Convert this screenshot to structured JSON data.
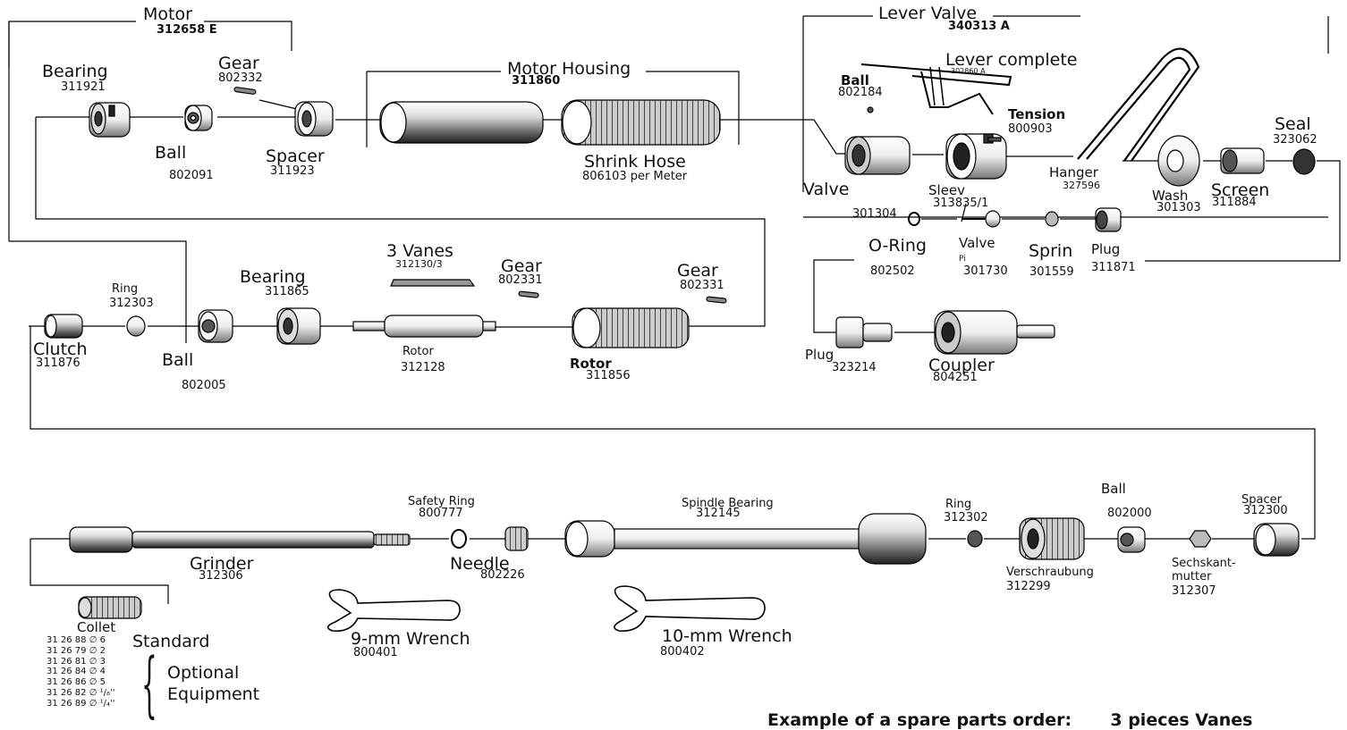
{
  "assemblies": {
    "motor": {
      "name": "Motor",
      "part": "312658 E"
    },
    "motor_housing": {
      "name": "Motor Housing",
      "part": "311860"
    },
    "lever_valve": {
      "name": "Lever Valve",
      "part": "340313 A"
    }
  },
  "parts": {
    "bearing_a": {
      "name": "Bearing",
      "part": "311921"
    },
    "gear_a": {
      "name": "Gear",
      "part": "802332"
    },
    "ball_a": {
      "name": "Ball",
      "part": "802091"
    },
    "spacer_a": {
      "name": "Spacer",
      "part": "311923"
    },
    "shrink_hose": {
      "name": "Shrink Hose",
      "part": "806103 per Meter"
    },
    "lever_complete": {
      "name": "Lever complete",
      "part": "302860 A"
    },
    "ball_b": {
      "name": "Ball",
      "part": "802184"
    },
    "tension": {
      "name": "Tension",
      "part": "800903"
    },
    "seal": {
      "name": "Seal",
      "part": "323062"
    },
    "valve": {
      "name": "Valve"
    },
    "sleeve": {
      "name": "Sleev",
      "part": "313835/1"
    },
    "hanger": {
      "name": "Hanger",
      "part": "327596"
    },
    "washer": {
      "name": "Wash",
      "part": "301303"
    },
    "screen": {
      "name": "Screen",
      "part": "311884"
    },
    "oring_part": "301304",
    "oring": {
      "name": "O-Ring",
      "part": "802502"
    },
    "valve_pin": {
      "name": "Valve",
      "name2": "Pi",
      "part": "301730"
    },
    "spring": {
      "name": "Sprin",
      "part": "301559"
    },
    "plug_a": {
      "name": "Plug",
      "part": "311871"
    },
    "plug_b": {
      "name": "Plug",
      "part": "323214"
    },
    "coupler": {
      "name": "Coupler",
      "part": "804251"
    },
    "ring_a": {
      "name": "Ring",
      "part": "312303"
    },
    "bearing_b": {
      "name": "Bearing",
      "part": "311865"
    },
    "vanes": {
      "name": "3 Vanes",
      "part": "312130/3"
    },
    "gear_b": {
      "name": "Gear",
      "part": "802331"
    },
    "gear_c": {
      "name": "Gear",
      "part": "802331"
    },
    "clutch": {
      "name": "Clutch",
      "part": "311876"
    },
    "ball_c": {
      "name": "Ball",
      "part": "802005"
    },
    "rotor_small": {
      "name": "Rotor",
      "part": "312128"
    },
    "rotor_big": {
      "name": "Rotor",
      "part": "311856"
    },
    "safety_ring": {
      "name": "Safety Ring",
      "part": "800777"
    },
    "spindle_bearing": {
      "name": "Spindle Bearing",
      "part": "312145"
    },
    "ring_b": {
      "name": "Ring",
      "part": "312302"
    },
    "ball_d": {
      "name": "Ball",
      "part": "802000"
    },
    "spacer_b": {
      "name": "Spacer",
      "part": "312300"
    },
    "grinder": {
      "name": "Grinder",
      "part": "312306"
    },
    "needle": {
      "name": "Needle",
      "part": "802226"
    },
    "verschraubung": {
      "name": "Verschraubung",
      "part": "312299"
    },
    "sechskant": {
      "name": "Sechskant-",
      "name2": "mutter",
      "part": "312307"
    },
    "collet": {
      "name": "Collet"
    },
    "wrench_9": {
      "name": "9-mm Wrench",
      "part": "800401"
    },
    "wrench_10": {
      "name": "10-mm Wrench",
      "part": "800402"
    }
  },
  "collets": {
    "standard_label": "Standard",
    "optional_label": "Optional",
    "optional_label2": "Equipment",
    "items": [
      "31 26 88 ∅ 6",
      "31 26 79 ∅ 2",
      "31 26 81 ∅ 3",
      "31 26 84 ∅ 4",
      "31 26 86 ∅ 5",
      "31 26 82 ∅ ¹/₈''",
      "31 26 89 ∅ ¹/₄''"
    ]
  },
  "footer": {
    "order_label": "Example of a spare parts order:",
    "order_example": "3 pieces Vanes"
  }
}
